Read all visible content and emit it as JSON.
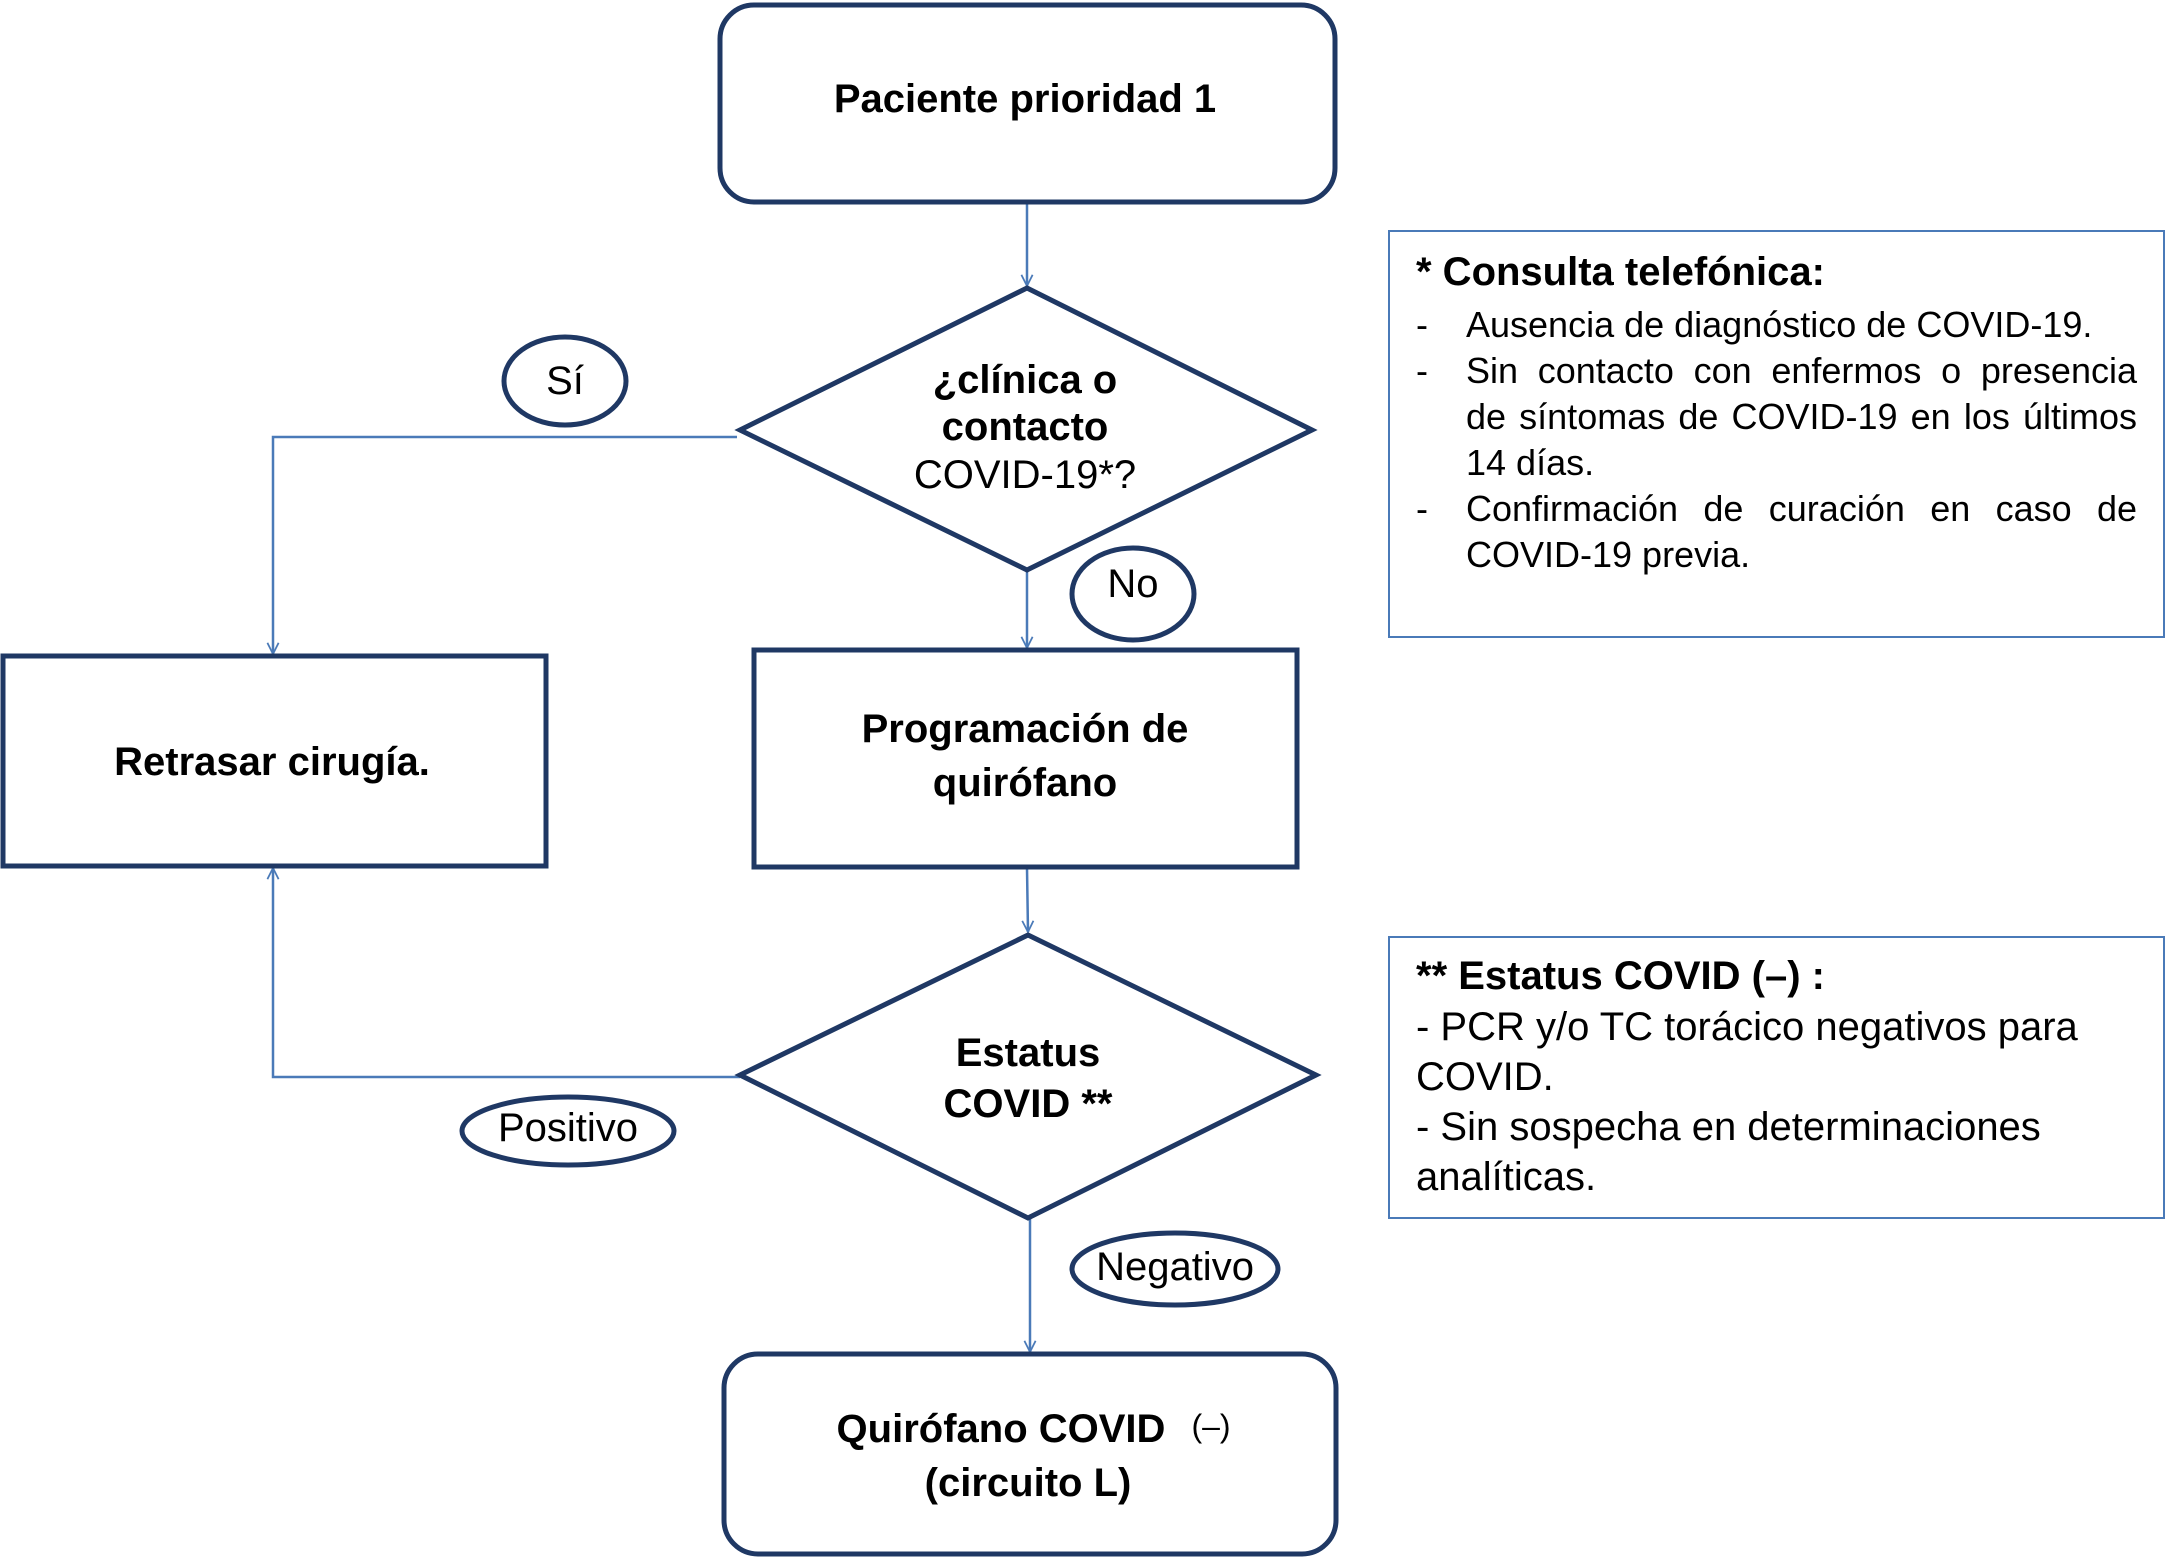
{
  "nodes": {
    "start": "Paciente prioridad 1",
    "decision1": [
      "¿clínica o",
      "contacto",
      "COVID-19*?"
    ],
    "delay": "Retrasar cirugía.",
    "schedule": [
      "Programación de",
      "quirófano"
    ],
    "decision2": [
      "Estatus",
      "COVID **"
    ],
    "end": [
      "Quirófano COVID",
      "(–)",
      "(circuito L)"
    ]
  },
  "labels": {
    "yes": "Sí",
    "no": "No",
    "positive": "Positivo",
    "negative": "Negativo"
  },
  "note1": {
    "title": "* Consulta telefónica:",
    "items": [
      "Ausencia de diagnóstico de COVID-19.",
      "Sin contacto con enfermos o presencia de síntomas de COVID-19 en los últimos 14 días.",
      "Confirmación de curación en caso de COVID-19 previa."
    ]
  },
  "note2": {
    "title": "** Estatus COVID (–) :",
    "lines": [
      "- PCR y/o TC torácico negativos para COVID.",
      "- Sin sospecha en determinaciones analíticas."
    ]
  },
  "colors": {
    "box_stroke": "#1f3864",
    "connector": "#4a7ab8",
    "background": "#ffffff"
  }
}
